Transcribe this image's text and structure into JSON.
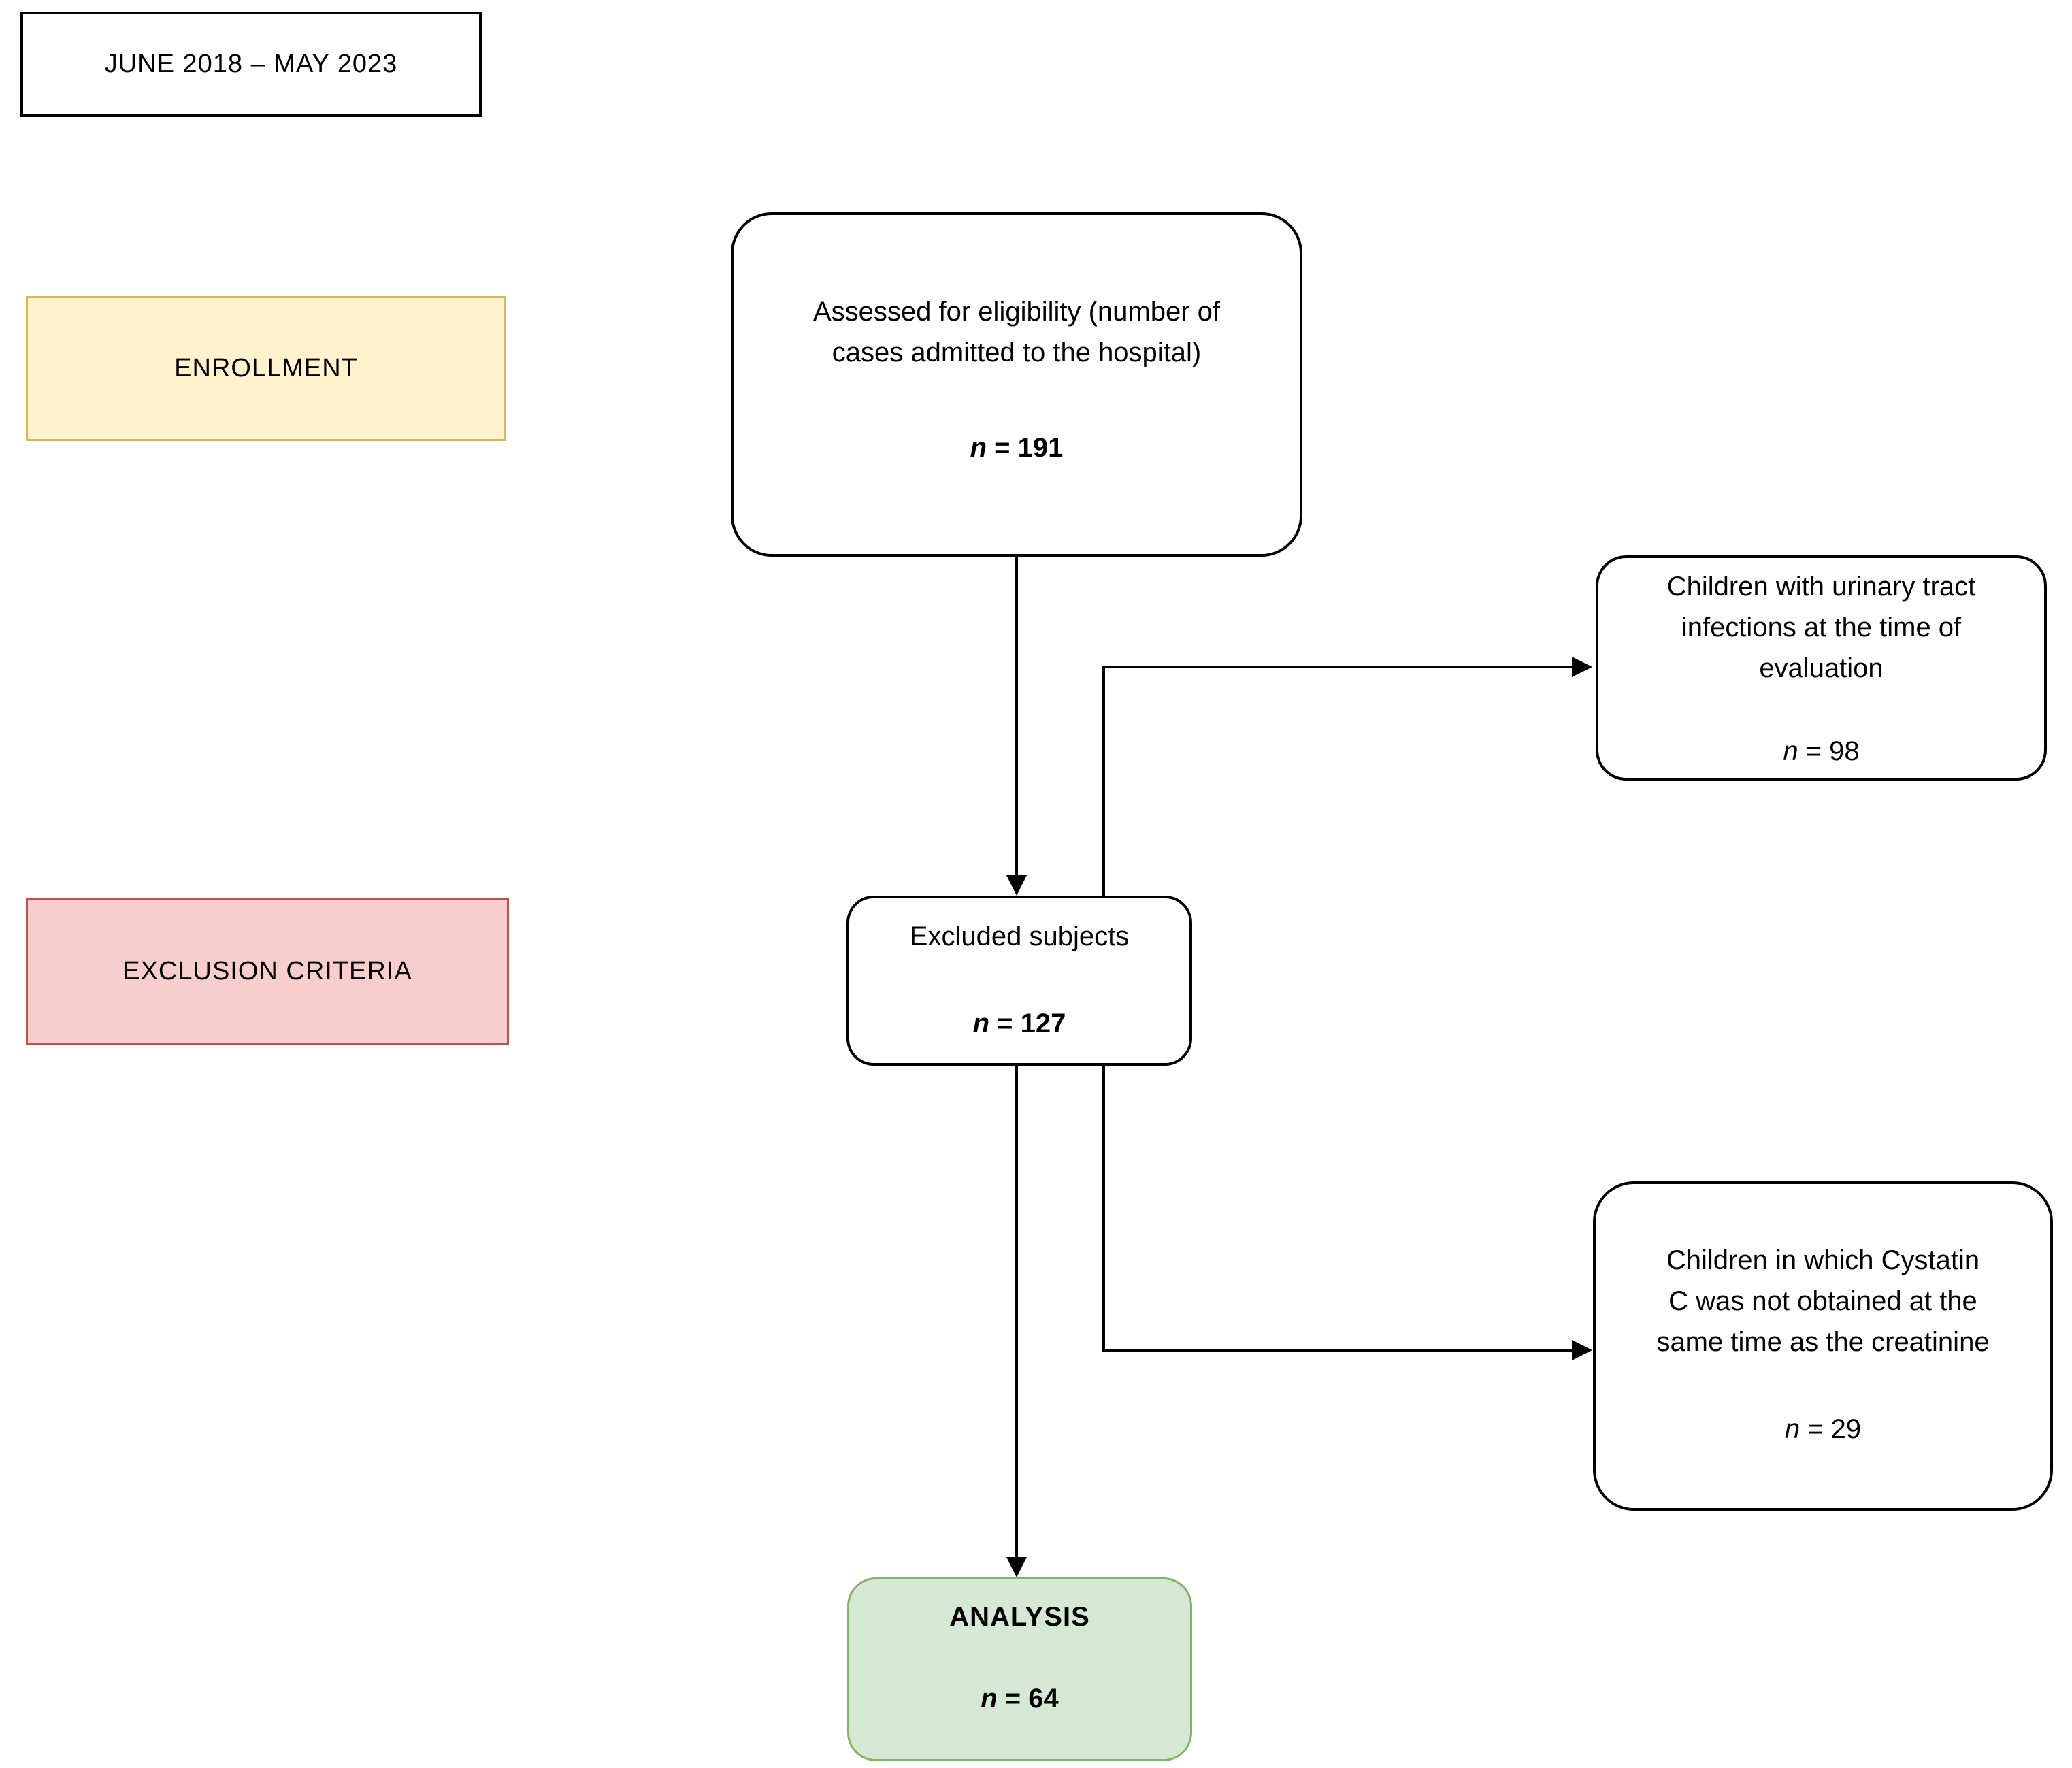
{
  "colors": {
    "background": "#ffffff",
    "flow_box_border": "#000000",
    "text": "#000000",
    "enrollment_fill": "#fff2cc",
    "enrollment_border": "#d6b656",
    "exclusion_fill": "#f8cecc",
    "exclusion_border": "#b85450",
    "analysis_fill": "#d5e8d4",
    "analysis_border": "#82b366"
  },
  "timeframe": {
    "label": "JUNE 2018 – MAY 2023"
  },
  "phases": {
    "enrollment": {
      "label": "ENROLLMENT"
    },
    "exclusion": {
      "label": "EXCLUSION CRITERIA"
    }
  },
  "flow": {
    "assessed": {
      "lines": [
        "Assessed for eligibility (number of",
        "cases admitted to the hospital)"
      ],
      "n_symbol": "n",
      "n_value": "= 191"
    },
    "uti": {
      "lines": [
        "Children with urinary tract",
        "infections at the time of",
        "evaluation"
      ],
      "n_symbol": "n",
      "n_value": "= 98"
    },
    "excluded": {
      "lines": [
        "Excluded subjects"
      ],
      "n_symbol": "n",
      "n_value": "= 127"
    },
    "cystatin": {
      "lines": [
        "Children in which Cystatin",
        "C was not obtained at the",
        "same time as the creatinine"
      ],
      "n_symbol": "n",
      "n_value": "= 29"
    },
    "analysis": {
      "title": "ANALYSIS",
      "n_symbol": "n",
      "n_value": "= 64"
    }
  }
}
